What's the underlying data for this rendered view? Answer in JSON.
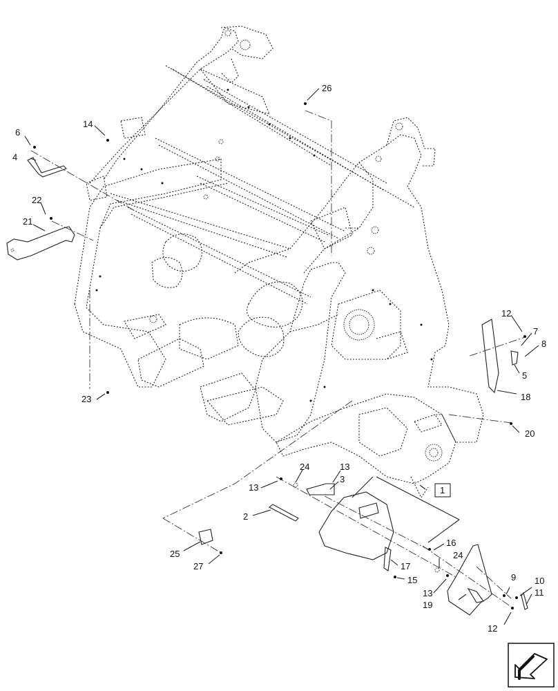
{
  "callouts": {
    "c1": "1",
    "c2": "2",
    "c3": "3",
    "c4": "4",
    "c5": "5",
    "c6": "6",
    "c7": "7",
    "c8": "8",
    "c9": "9",
    "c10": "10",
    "c11": "11",
    "c12a": "12",
    "c12b": "12",
    "c13a": "13",
    "c13b": "13",
    "c13c": "13",
    "c14": "14",
    "c15": "15",
    "c16": "16",
    "c17": "17",
    "c18": "18",
    "c19": "19",
    "c20": "20",
    "c21": "21",
    "c22": "22",
    "c23": "23",
    "c24a": "24",
    "c24b": "24",
    "c25": "25",
    "c26": "26",
    "c27": "27"
  },
  "nav_icon": "arrow-down-left-icon"
}
